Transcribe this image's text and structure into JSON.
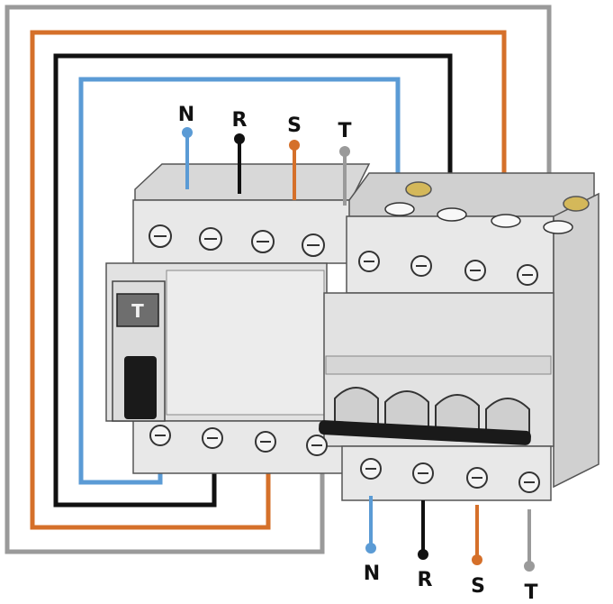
{
  "labels": {
    "top": [
      "N",
      "R",
      "S",
      "T"
    ],
    "bottom": [
      "N",
      "R",
      "S",
      "T"
    ],
    "test_button": "T"
  },
  "colors": {
    "neutral": "#5b9bd5",
    "phase_r": "#111111",
    "phase_s": "#d5702a",
    "phase_t": "#9a9a9a",
    "device_body": "#e6e6e6",
    "device_shadow": "#bdbdbd"
  }
}
